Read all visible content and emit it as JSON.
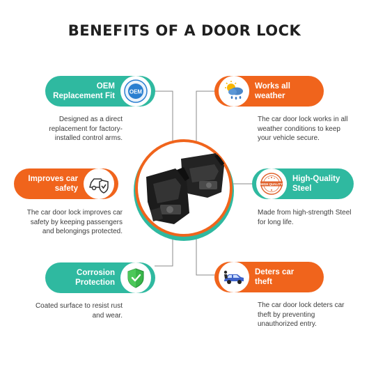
{
  "title": "BENEFITS OF A DOOR LOCK",
  "colors": {
    "teal": "#2fb9a0",
    "orange": "#f0641c",
    "dark": "#1f1f1f",
    "line": "#8a8a8a"
  },
  "benefits": [
    {
      "label_line1": "OEM",
      "label_line2": "Replacement Fit",
      "icon": "oem-badge-icon",
      "icon_text": "OEM",
      "description": "Designed as a direct replacement for factory-installed control arms."
    },
    {
      "label_line1": "Works all",
      "label_line2": "weather",
      "icon": "weather-icon",
      "description": "The car door lock works in all weather conditions to keep your vehicle secure."
    },
    {
      "label_line1": "Improves car",
      "label_line2": "safety",
      "icon": "car-shield-icon",
      "description": "The car door lock improves car safety by keeping passengers and belongings protected."
    },
    {
      "label_line1": "High-Quality",
      "label_line2": "Steel",
      "icon": "high-quality-stamp-icon",
      "icon_text": "HIGH QUALITY",
      "description": "Made from high-strength Steel for long life."
    },
    {
      "label_line1": "Corrosion",
      "label_line2": "Protection",
      "icon": "shield-check-icon",
      "description": "Coated surface to resist rust and wear."
    },
    {
      "label_line1": "Deters car",
      "label_line2": "theft",
      "icon": "thief-car-icon",
      "description": "The car door lock deters car theft by preventing unauthorized entry."
    }
  ],
  "center_image": "door-lock-actuator-image"
}
